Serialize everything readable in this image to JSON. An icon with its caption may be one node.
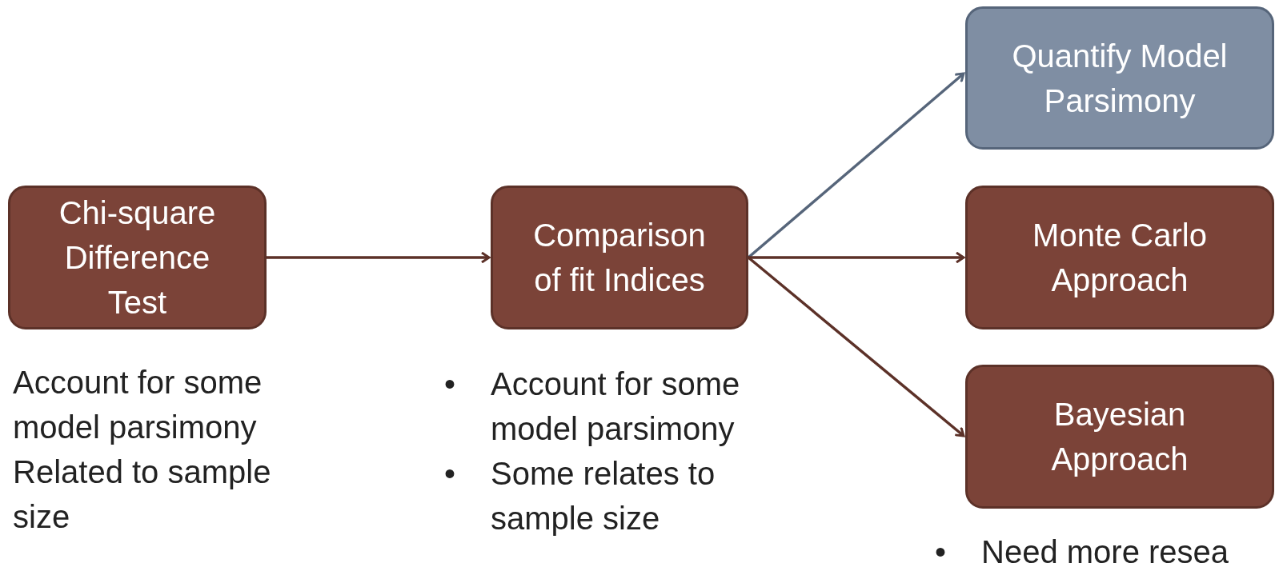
{
  "diagram": {
    "nodes": [
      {
        "text": [
          "Chi-square Difference Test"
        ],
        "beside": [
          "Account for some model parsimony",
          "Related to sample size"
        ]
      },
      {
        "text": [
          "Comparison of fit Indices"
        ],
        "beside": [
          "•",
          "Account for some model parsimony",
          "•",
          "Some relates to sample size"
        ]
      },
      {
        "text": [
          "Quantify Model Parsimony"
        ]
      },
      {
        "text": [
          "Monte Carlo Approach"
        ]
      },
      {
        "text": [
          "Bayesian Approach"
        ],
        "beside": [
          "•",
          "Need more resea"
        ]
      }
    ],
    "edges": [
      {
        "from": 0,
        "to": 1,
        "arrow": "to"
      },
      {
        "from": 1,
        "to": 2,
        "arrow": "to",
        "color": "#56657a"
      },
      {
        "from": 1,
        "to": 3,
        "arrow": "to"
      },
      {
        "from": 1,
        "to": 4,
        "arrow": "to"
      }
    ]
  }
}
